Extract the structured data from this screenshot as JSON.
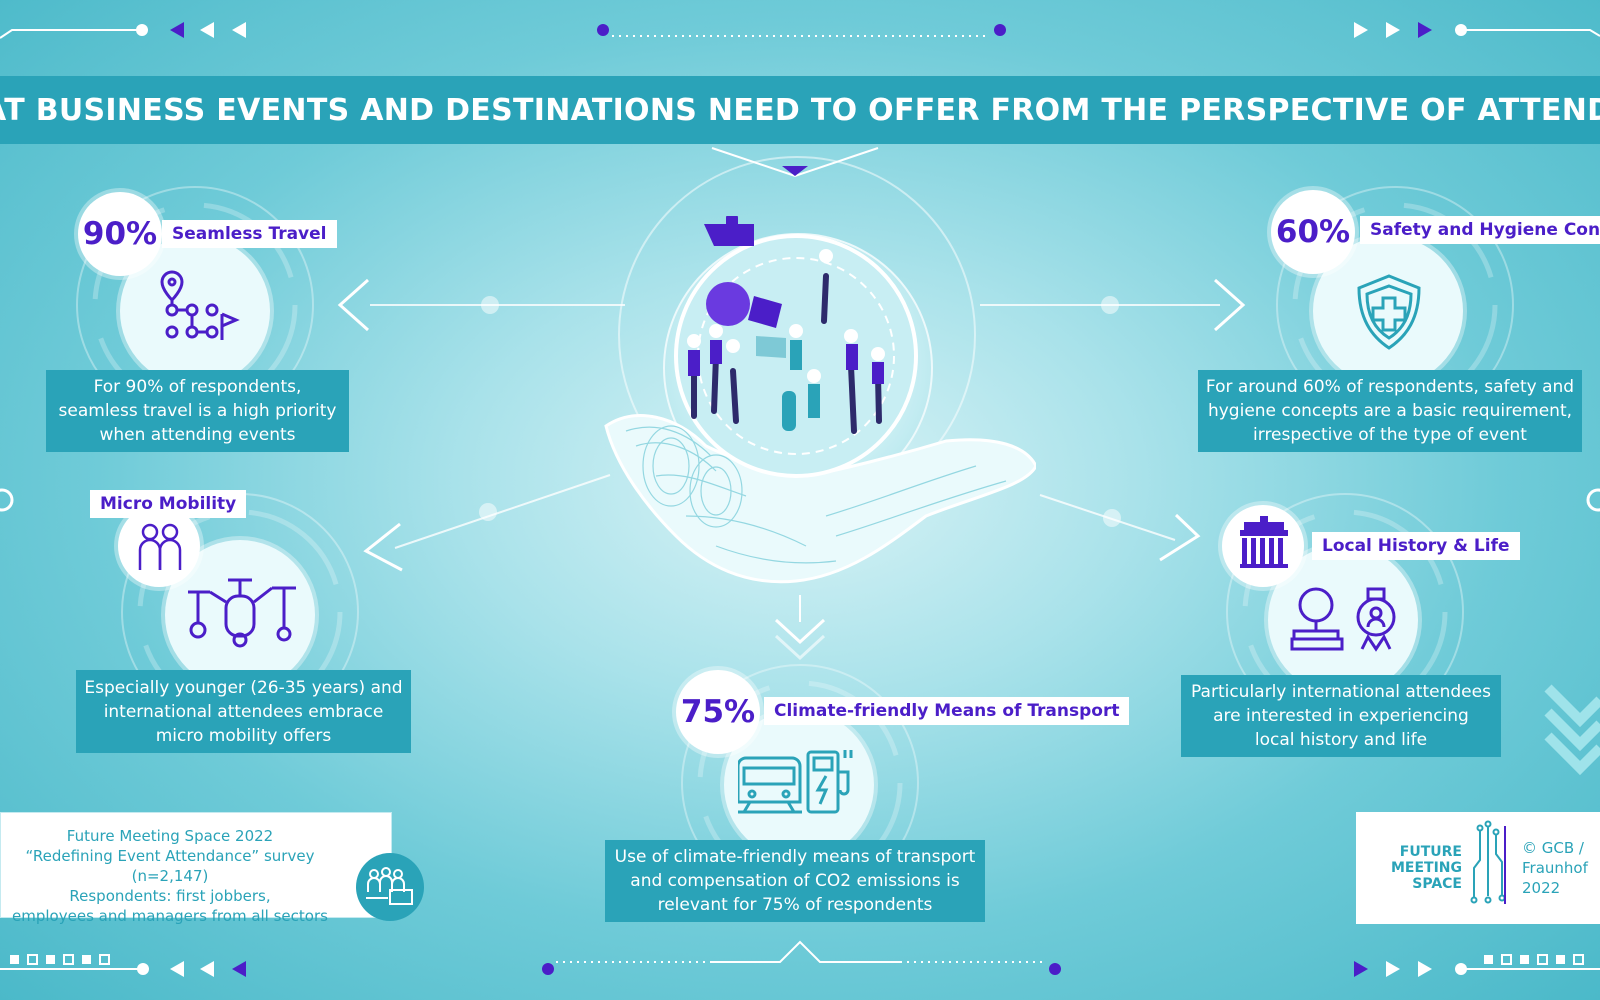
{
  "title": "WHAT BUSINESS EVENTS AND DESTINATIONS NEED TO OFFER FROM THE PERSPECTIVE OF ATTENDEES",
  "colors": {
    "title_band": "#2aa3b8",
    "accent_purple": "#4b1ec8",
    "box_teal": "#2aa3b8",
    "background_light": "#d9f3f6",
    "background_dark": "#4bb9c9"
  },
  "items": {
    "seamless_travel": {
      "percent": "90%",
      "label": "Seamless Travel",
      "desc1": "For 90% of respondents,",
      "desc2": "seamless travel is a high priority",
      "desc3": "when attending events",
      "icon": "route-map-icon"
    },
    "safety_hygiene": {
      "percent": "60%",
      "label": "Safety and Hygiene Concep",
      "desc1": "For around 60% of respondents, safety and",
      "desc2": "hygiene concepts are a basic requirement,",
      "desc3": "irrespective of the type of event",
      "icon": "shield-cross-icon"
    },
    "micro_mobility": {
      "label": "Micro Mobility",
      "desc1": "Especially younger (26-35 years) and",
      "desc2": "international attendees embrace",
      "desc3": "micro mobility offers",
      "icon": "scooter-bike-icon",
      "badge_icon": "young-people-icon"
    },
    "local_history": {
      "label": "Local History & Life",
      "desc1": "Particularly international attendees",
      "desc2": "are interested in experiencing",
      "desc3": "local history and life",
      "icon": "globe-books-icon",
      "badge_icon": "brandenburg-gate-icon"
    },
    "climate_transport": {
      "percent": "75%",
      "label": "Climate-friendly Means of Transport",
      "desc1": "Use of climate-friendly means of transport",
      "desc2": "and compensation of CO2 emissions is",
      "desc3": "relevant for 75% of respondents",
      "icon": "train-charger-icon"
    }
  },
  "source": {
    "line1": "Future Meeting Space 2022",
    "line2": "“Redefining Event Attendance” survey (n=2,147)",
    "line3": "Respondents: first jobbers,",
    "line4": "employees and managers from all sectors",
    "icon": "people-group-icon"
  },
  "logo": {
    "line1": "FUTURE",
    "line2": "MEETING",
    "line3": "SPACE",
    "copyright1": "© GCB /",
    "copyright2": "Fraunhof",
    "copyright3": "2022"
  },
  "center_icon": "hand-holding-people-icon"
}
